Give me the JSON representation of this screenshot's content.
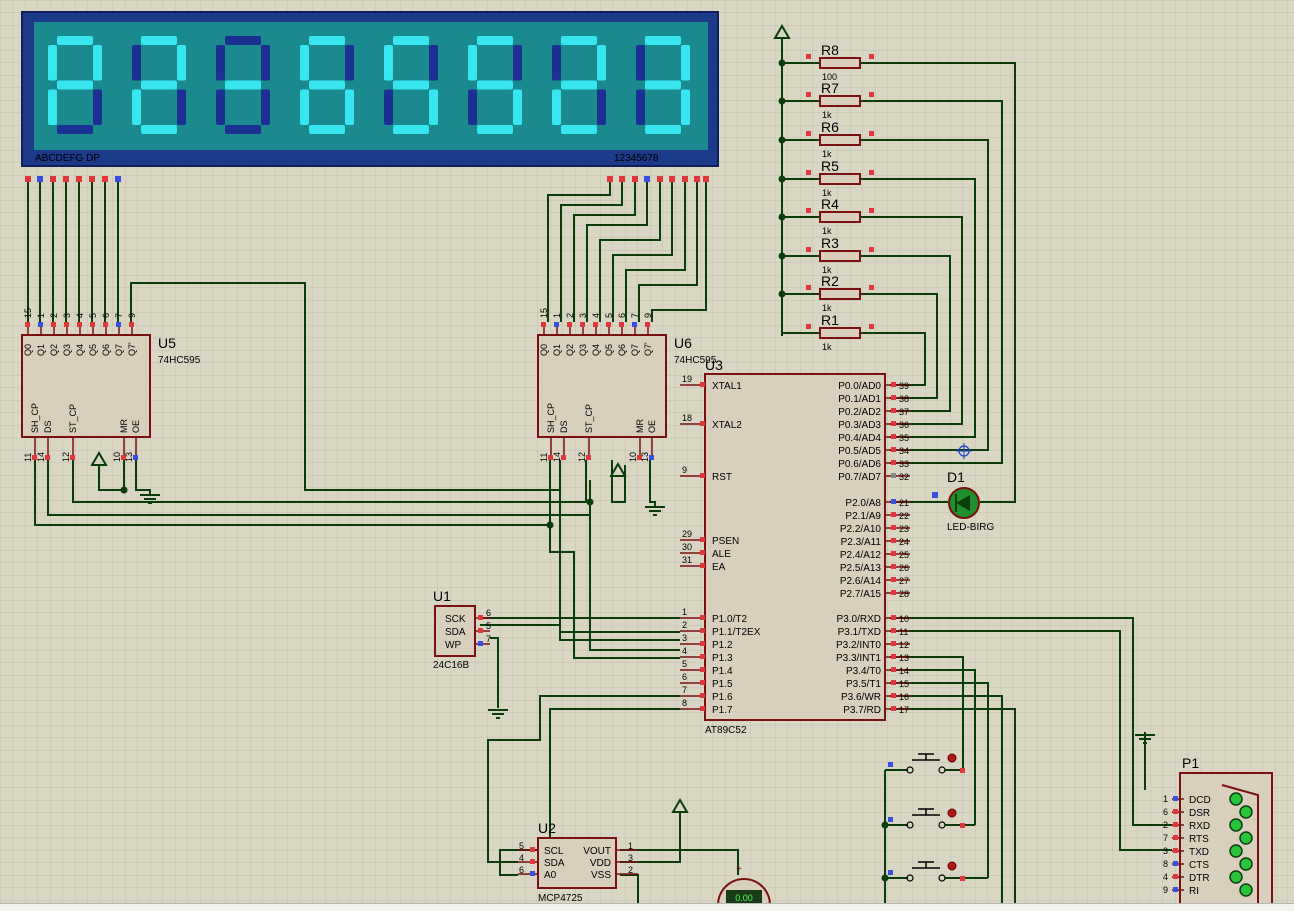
{
  "display": {
    "chars": [
      "P",
      "2",
      "-",
      "6",
      "5",
      "5",
      "2",
      "3"
    ],
    "segment_label": "ABCDEFG DP",
    "digit_label": "12345678",
    "colors": {
      "frame": "#1c3a8a",
      "panel": "#1a8a8e",
      "lit": "#38e6f0",
      "unlit": "#1c2f92"
    }
  },
  "resistors": [
    {
      "ref": "R8",
      "value": "100"
    },
    {
      "ref": "R7",
      "value": "1k"
    },
    {
      "ref": "R6",
      "value": "1k"
    },
    {
      "ref": "R5",
      "value": "1k"
    },
    {
      "ref": "R4",
      "value": "1k"
    },
    {
      "ref": "R3",
      "value": "1k"
    },
    {
      "ref": "R2",
      "value": "1k"
    },
    {
      "ref": "R1",
      "value": "1k"
    }
  ],
  "u5": {
    "ref": "U5",
    "part": "74HC595",
    "top_pins": [
      "15",
      "1",
      "2",
      "3",
      "4",
      "5",
      "6",
      "7",
      "9"
    ],
    "top_labels": [
      "Q0",
      "Q1",
      "Q2",
      "Q3",
      "Q4",
      "Q5",
      "Q6",
      "Q7",
      "Q7'"
    ],
    "bottom_pins": [
      "11",
      "14",
      "12",
      "10",
      "13"
    ],
    "bottom_labels": [
      "SH_CP",
      "DS",
      "ST_CP",
      "MR",
      "OE"
    ]
  },
  "u6": {
    "ref": "U6",
    "part": "74HC595",
    "top_pins": [
      "15",
      "1",
      "2",
      "3",
      "4",
      "5",
      "6",
      "7",
      "9"
    ],
    "top_labels": [
      "Q0",
      "Q1",
      "Q2",
      "Q3",
      "Q4",
      "Q5",
      "Q6",
      "Q7",
      "Q7'"
    ],
    "bottom_pins": [
      "11",
      "14",
      "12",
      "10",
      "13"
    ],
    "bottom_labels": [
      "SH_CP",
      "DS",
      "ST_CP",
      "MR",
      "OE"
    ]
  },
  "u3": {
    "ref": "U3",
    "part": "AT89C52",
    "left": [
      {
        "pin": "19",
        "label": "XTAL1"
      },
      {
        "pin": "18",
        "label": "XTAL2"
      },
      {
        "pin": "9",
        "label": "RST"
      },
      {
        "pin": "29",
        "label": "PSEN"
      },
      {
        "pin": "30",
        "label": "ALE"
      },
      {
        "pin": "31",
        "label": "EA"
      },
      {
        "pin": "1",
        "label": "P1.0/T2"
      },
      {
        "pin": "2",
        "label": "P1.1/T2EX"
      },
      {
        "pin": "3",
        "label": "P1.2"
      },
      {
        "pin": "4",
        "label": "P1.3"
      },
      {
        "pin": "5",
        "label": "P1.4"
      },
      {
        "pin": "6",
        "label": "P1.5"
      },
      {
        "pin": "7",
        "label": "P1.6"
      },
      {
        "pin": "8",
        "label": "P1.7"
      }
    ],
    "right": [
      {
        "pin": "39",
        "label": "P0.0/AD0"
      },
      {
        "pin": "38",
        "label": "P0.1/AD1"
      },
      {
        "pin": "37",
        "label": "P0.2/AD2"
      },
      {
        "pin": "36",
        "label": "P0.3/AD3"
      },
      {
        "pin": "35",
        "label": "P0.4/AD4"
      },
      {
        "pin": "34",
        "label": "P0.5/AD5"
      },
      {
        "pin": "33",
        "label": "P0.6/AD6"
      },
      {
        "pin": "32",
        "label": "P0.7/AD7"
      },
      {
        "pin": "21",
        "label": "P2.0/A8"
      },
      {
        "pin": "22",
        "label": "P2.1/A9"
      },
      {
        "pin": "23",
        "label": "P2.2/A10"
      },
      {
        "pin": "24",
        "label": "P2.3/A11"
      },
      {
        "pin": "25",
        "label": "P2.4/A12"
      },
      {
        "pin": "26",
        "label": "P2.5/A13"
      },
      {
        "pin": "27",
        "label": "P2.6/A14"
      },
      {
        "pin": "28",
        "label": "P2.7/A15"
      },
      {
        "pin": "10",
        "label": "P3.0/RXD"
      },
      {
        "pin": "11",
        "label": "P3.1/TXD"
      },
      {
        "pin": "12",
        "label": "P3.2/INT0"
      },
      {
        "pin": "13",
        "label": "P3.3/INT1"
      },
      {
        "pin": "14",
        "label": "P3.4/T0"
      },
      {
        "pin": "15",
        "label": "P3.5/T1"
      },
      {
        "pin": "16",
        "label": "P3.6/WR"
      },
      {
        "pin": "17",
        "label": "P3.7/RD"
      }
    ]
  },
  "u1": {
    "ref": "U1",
    "part": "24C16B",
    "pins": [
      {
        "label": "SCK",
        "pin": "6"
      },
      {
        "label": "SDA",
        "pin": "5"
      },
      {
        "label": "WP",
        "pin": "7"
      }
    ]
  },
  "u2": {
    "ref": "U2",
    "part": "MCP4725",
    "left": [
      {
        "label": "SCL",
        "pin": "5"
      },
      {
        "label": "SDA",
        "pin": "4"
      },
      {
        "label": "A0",
        "pin": "6"
      }
    ],
    "right": [
      {
        "label": "VOUT",
        "pin": "1"
      },
      {
        "label": "VDD",
        "pin": "3"
      },
      {
        "label": "VSS",
        "pin": "2"
      }
    ]
  },
  "d1": {
    "ref": "D1",
    "part": "LED-BIRG"
  },
  "p1": {
    "ref": "P1",
    "pins": [
      {
        "pin": "1",
        "label": "DCD"
      },
      {
        "pin": "6",
        "label": "DSR"
      },
      {
        "pin": "2",
        "label": "RXD"
      },
      {
        "pin": "7",
        "label": "RTS"
      },
      {
        "pin": "3",
        "label": "TXD"
      },
      {
        "pin": "8",
        "label": "CTS"
      },
      {
        "pin": "4",
        "label": "DTR"
      },
      {
        "pin": "9",
        "label": "RI"
      }
    ]
  },
  "voltmeter": {
    "reading": "0.00",
    "polarity": "+"
  }
}
